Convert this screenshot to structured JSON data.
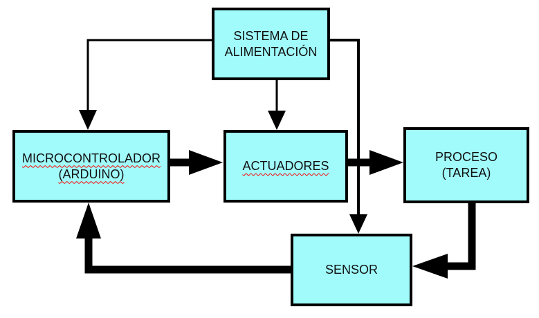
{
  "colors": {
    "bg": "#ffffff",
    "box_fill": "#a1fbfb",
    "line": "#000000",
    "text": "#111111",
    "misspell": "#ff0000"
  },
  "boxes": {
    "sistema": {
      "lines": [
        "SISTEMA DE",
        "ALIMENTACIÓN"
      ],
      "misspelled": false
    },
    "micro": {
      "lines": [
        "MICROCONTROLADOR",
        "(ARDUINO)"
      ],
      "misspelled": true
    },
    "actuadores": {
      "lines": [
        "ACTUADORES"
      ],
      "misspelled": true
    },
    "proceso": {
      "lines": [
        "PROCESO",
        "(TAREA)"
      ],
      "misspelled": false
    },
    "sensor": {
      "lines": [
        "SENSOR"
      ],
      "misspelled": false
    }
  },
  "connections": [
    {
      "from": "SISTEMA DE ALIMENTACIÓN",
      "to": "MICROCONTROLADOR (ARDUINO)",
      "style": "thin-arrow"
    },
    {
      "from": "SISTEMA DE ALIMENTACIÓN",
      "to": "ACTUADORES",
      "style": "thin-arrow"
    },
    {
      "from": "SISTEMA DE ALIMENTACIÓN",
      "to": "SENSOR",
      "style": "thin-arrow"
    },
    {
      "from": "MICROCONTROLADOR (ARDUINO)",
      "to": "ACTUADORES",
      "style": "thick-arrow"
    },
    {
      "from": "ACTUADORES",
      "to": "PROCESO (TAREA)",
      "style": "thick-arrow"
    },
    {
      "from": "PROCESO (TAREA)",
      "to": "SENSOR",
      "style": "thick-arrow"
    },
    {
      "from": "SENSOR",
      "to": "MICROCONTROLADOR (ARDUINO)",
      "style": "thick-arrow"
    }
  ]
}
